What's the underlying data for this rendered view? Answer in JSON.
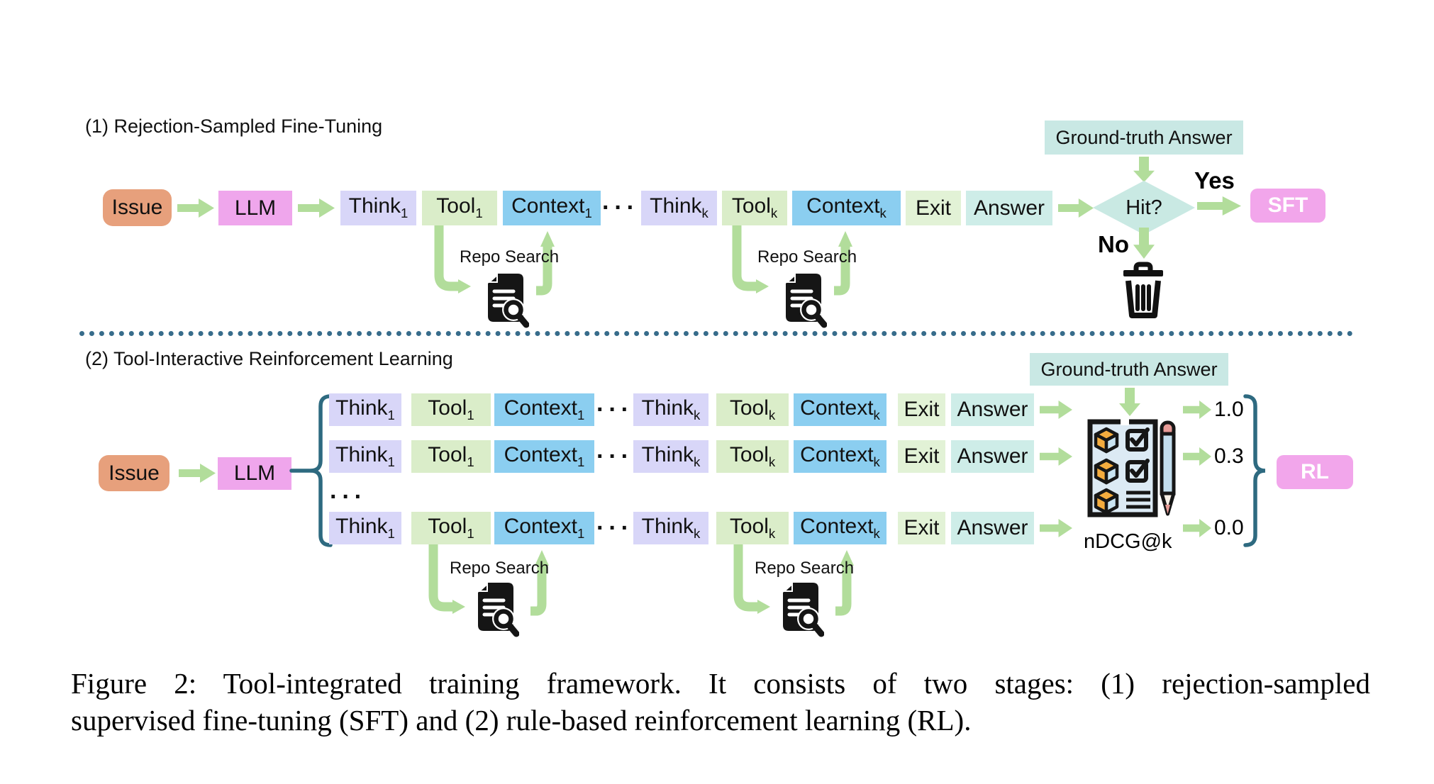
{
  "shared": {
    "issue": "Issue",
    "llm": "LLM",
    "think": "Think",
    "tool": "Tool",
    "context": "Context",
    "sub1": "1",
    "subk": "k",
    "exit": "Exit",
    "answer": "Answer",
    "dots": "···",
    "repo_search": "Repo Search",
    "gt_answer": "Ground-truth Answer"
  },
  "stage1": {
    "title": "(1) Rejection-Sampled Fine-Tuning",
    "hit": "Hit?",
    "yes": "Yes",
    "no": "No",
    "sft": "SFT"
  },
  "stage2": {
    "title": "(2) Tool-Interactive Reinforcement Learning",
    "scores": [
      "1.0",
      "0.3",
      "0.0"
    ],
    "ndcg": "nDCG@k",
    "rl": "RL"
  },
  "caption": {
    "line1": "Figure 2:  Tool-integrated training framework.  It consists of two stages:  (1) rejection-sampled",
    "line2": "supervised fine-tuning (SFT) and (2) rule-based reinforcement learning (RL)."
  },
  "colors": {
    "issue_bg": "#E7A07C",
    "llm_bg": "#EFA6EC",
    "think_bg": "#D8D6F8",
    "tool_bg": "#DAEDC9",
    "context_bg": "#8BCEF0",
    "exit_bg": "#E2F2D6",
    "answer_bg": "#CEEDE8",
    "groundtruth_bg": "#C9E8E4",
    "diamond_bg": "#C9E9E3",
    "sft_rl_bg": "#F2A6EB",
    "arrow_green": "#B2DD9B",
    "brace_steel": "#2E6A80",
    "divider_steel": "#376C8B",
    "icon_black": "#151515"
  }
}
